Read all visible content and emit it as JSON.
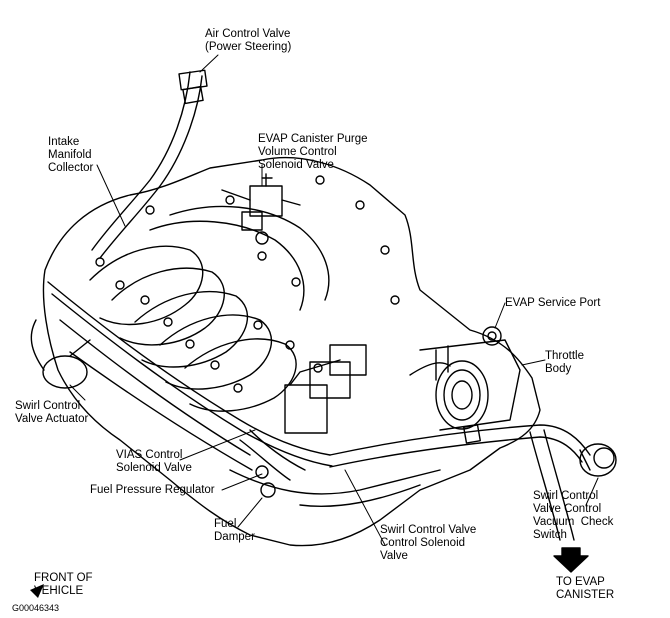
{
  "labels": {
    "air_control_valve": "Air Control Valve\n(Power Steering)",
    "intake_manifold_collector": "Intake\nManifold\nCollector",
    "evap_canister_purge": "EVAP Canister Purge\nVolume Control\nSolenoid Valve",
    "evap_service_port": "EVAP Service Port",
    "throttle_body": "Throttle\nBody",
    "swirl_control_valve_actuator": "Swirl Control\nValve Actuator",
    "vias_control_solenoid_valve": "VIAS Control\nSolenoid Valve",
    "fuel_pressure_regulator": "Fuel Pressure Regulator",
    "fuel_damper": "Fuel\nDamper",
    "swirl_control_valve_control_solenoid_valve": "Swirl Control Valve\nControl Solenoid\nValve",
    "swirl_control_valve_control_vacuum_check_switch": "Swirl Control\nValve Control\nVacuum  Check\nSwitch",
    "front_of_vehicle": "FRONT OF\nVEHICLE",
    "to_evap_canister": "TO EVAP\nCANISTER",
    "figure_id": "G00046343"
  },
  "colors": {
    "ink": "#000000",
    "paper": "#ffffff"
  }
}
